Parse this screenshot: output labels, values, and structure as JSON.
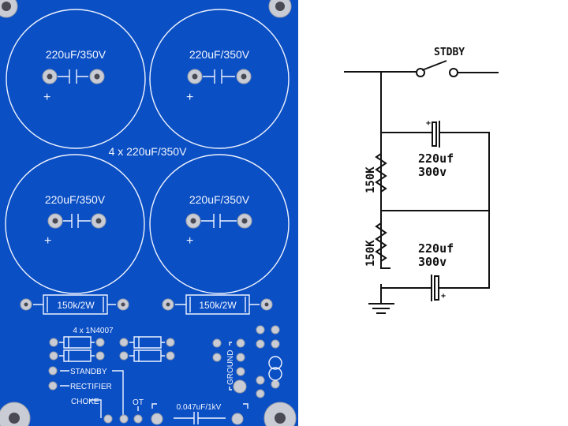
{
  "pcb": {
    "cap_labels": [
      "220uF/350V",
      "220uF/350V",
      "220uF/350V",
      "220uF/350V"
    ],
    "cap_group_label": "4 x 220uF/350V",
    "plus": "+",
    "resistor_labels": [
      "150k/2W",
      "150k/2W"
    ],
    "diode_label": "4 x 1N4007",
    "standby": "STANDBY",
    "rectifier": "RECTIFIER",
    "choke": "CHOKE",
    "ot": "OT",
    "ground": "GROUND",
    "cap_small": "0.047uF/1kV",
    "board_color": "#0b4fc4"
  },
  "schematic": {
    "switch_label": "STDBY",
    "resistor_labels": [
      "150K",
      "150K"
    ],
    "cap_values": [
      [
        "220uf",
        "300v"
      ],
      [
        "220uf",
        "300v"
      ]
    ],
    "plus": "+"
  }
}
